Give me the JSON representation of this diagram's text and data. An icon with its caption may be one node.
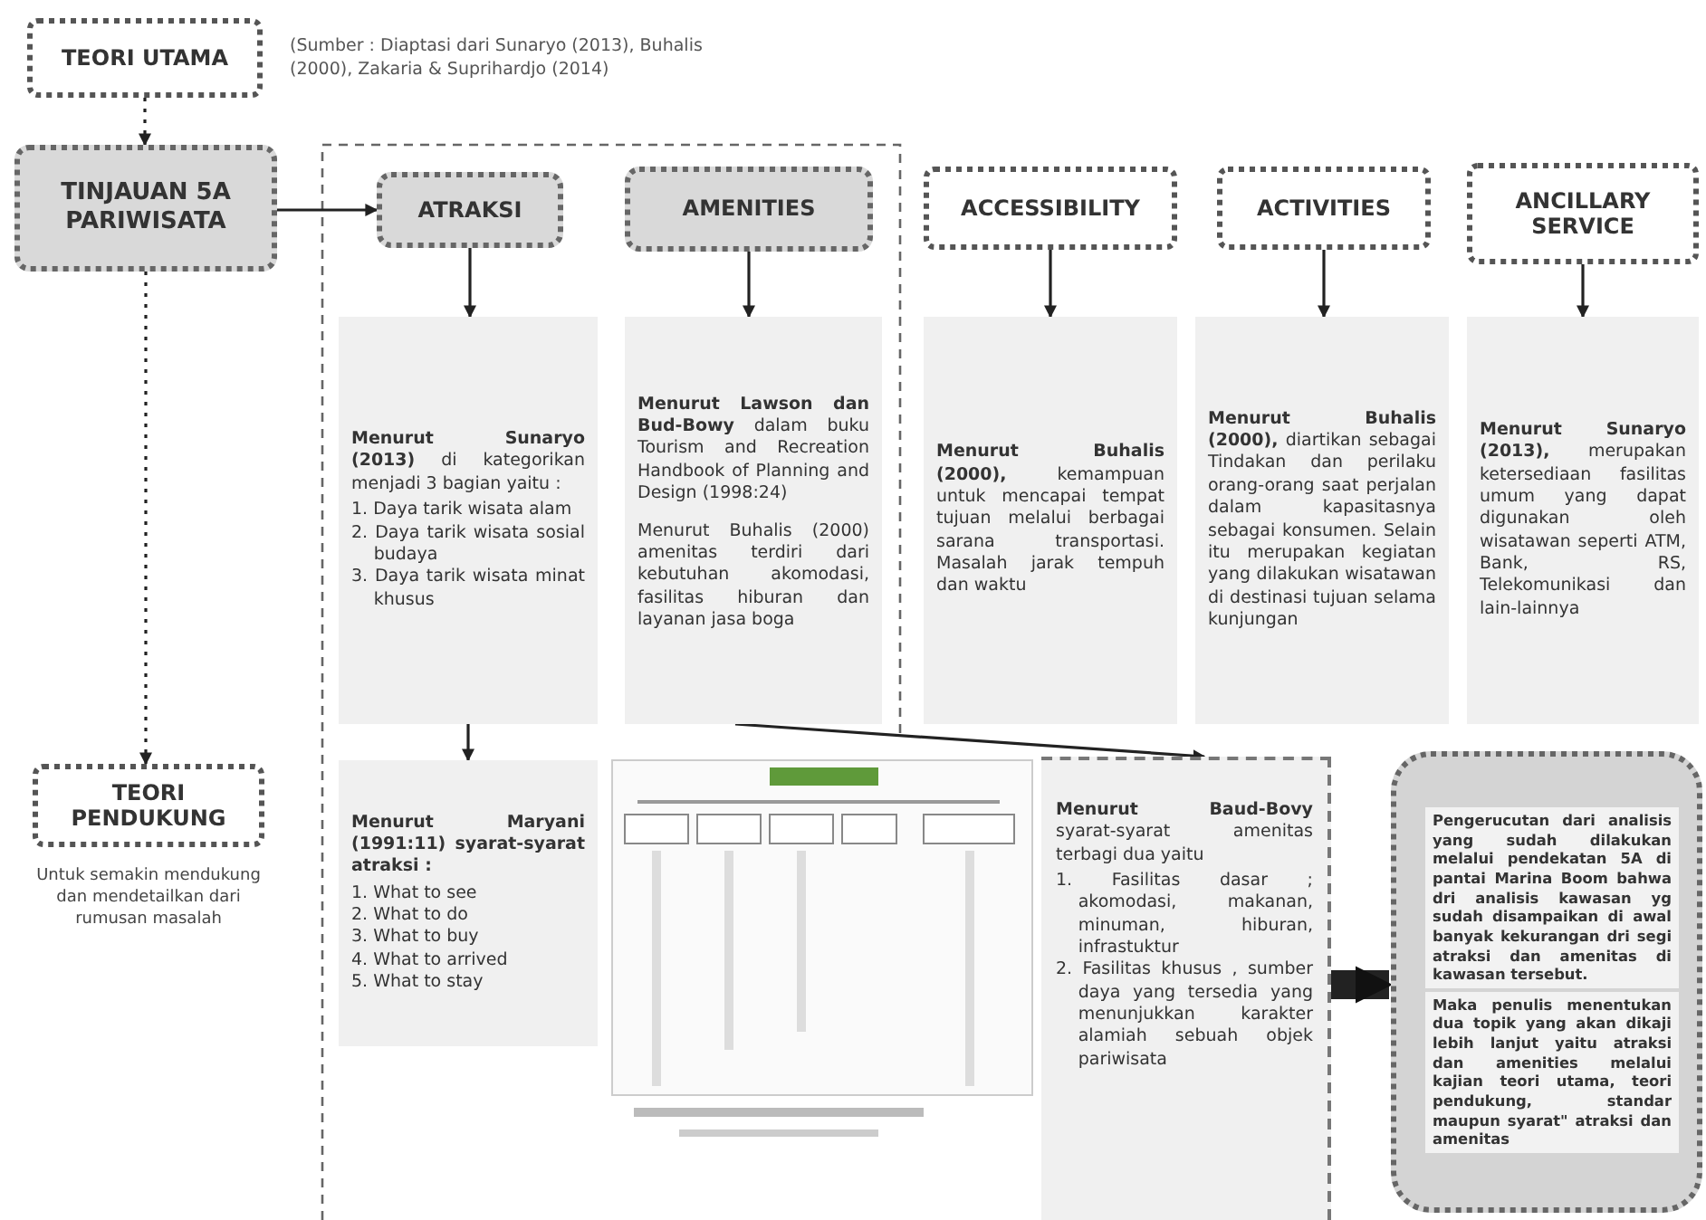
{
  "diagram": {
    "nodes": [
      {
        "text": [
          "TEORI UTAMA"
        ]
      },
      {
        "text": [
          "TINJAUAN 5A PARIWISATA"
        ]
      },
      {
        "text": [
          "ATRAKSI"
        ]
      },
      {
        "text": [
          "AMENITIES"
        ]
      },
      {
        "text": [
          "ACCESSIBILITY"
        ]
      },
      {
        "text": [
          "ACTIVITIES"
        ]
      },
      {
        "text": [
          "ANCILLARY SERVICE"
        ]
      },
      {
        "text": [
          "**Menurut Sunaryo (2013)** di kategorikan menjadi 3 bagian yaitu :",
          "1. Daya tarik wisata alam",
          "2. Daya tarik wisata sosial budaya",
          "3. Daya tarik wisata minat khusus"
        ]
      },
      {
        "text": [
          "**Menurut Lawson dan Bud-Bowy** dalam buku Tourism and Recreation Handbook of Planning and Design (1998:24)",
          "Menurut Buhalis (2000) amenitas terdiri dari kebutuhan akomodasi, fasilitas hiburan dan layanan jasa boga"
        ]
      },
      {
        "text": [
          "**Menurut Buhalis (2000),** kemampuan untuk mencapai tempat tujuan melalui berbagai sarana transportasi. Masalah jarak tempuh dan waktu"
        ]
      },
      {
        "text": [
          "**Menurut Buhalis (2000),** diartikan sebagai Tindakan dan perilaku orang-orang saat perjalan dalam kapasitasnya sebagai konsumen. Selain itu merupakan kegiatan yang dilakukan wisatawan di destinasi tujuan selama kunjungan"
        ]
      },
      {
        "text": [
          "**Menurut Sunaryo (2013),** merupakan ketersediaan fasilitas umum yang dapat digunakan oleh wisatawan seperti ATM, Bank, RS, Telekomunikasi dan lain-lainnya"
        ]
      },
      {
        "text": [
          "TEORI PENDUKUNG"
        ],
        "beside": [
          "Untuk semakin mendukung dan mendetailkan dari rumusan masalah"
        ]
      },
      {
        "text": [
          "Menurut Maryani (1991:11) syarat-syarat atraksi :",
          "1. What to see",
          "2. What to do",
          "3. What to buy",
          "4. What to arrived",
          "5. What to stay"
        ]
      },
      {
        "text": [
          "**Menurut Baud-Bovy** syarat-syarat amenitas terbagi dua yaitu",
          "1. Fasilitas dasar ; akomodasi, makanan, minuman, hiburan, infrastuktur",
          "2. Fasilitas khusus , sumber daya yang tersedia yang menunjukkan karakter alamiah sebuah objek pariwisata"
        ]
      },
      {
        "text": [
          "Pengerucutan dari analisis yang sudah dilakukan melalui pendekatan 5A di pantai Marina Boom bahwa dri analisis kawasan yg sudah disampaikan di awal banyak kekurangan dri segi atraksi dan amenitas di kawasan tersebut.",
          "Maka penulis menentukan dua topik yang akan dikaji lebih lanjut yaitu atraksi dan amenities melalui kajian teori utama, teori pendukung, standar maupun syarat\" atraksi dan amenitas"
        ]
      }
    ],
    "edges": [
      {
        "from": 0,
        "to": 1,
        "arrow": "to",
        "style": "dashed"
      },
      {
        "from": 1,
        "to": 12,
        "arrow": "to",
        "style": "dashed"
      },
      {
        "from": 1,
        "to": 2,
        "arrow": "to"
      },
      {
        "from": 2,
        "to": 7,
        "arrow": "to"
      },
      {
        "from": 3,
        "to": 8,
        "arrow": "to"
      },
      {
        "from": 4,
        "to": 9,
        "arrow": "to"
      },
      {
        "from": 5,
        "to": 10,
        "arrow": "to"
      },
      {
        "from": 6,
        "to": 11,
        "arrow": "to"
      },
      {
        "from": 7,
        "to": 13,
        "arrow": "to"
      },
      {
        "from": 8,
        "to": 14,
        "arrow": "to"
      },
      {
        "from": 14,
        "to": 15,
        "arrow": "to",
        "style": "thick"
      }
    ],
    "labels": [
      "(Sumber : Diaptasi dari Sunaryo (2013), Buhalis (2000), Zakaria & Suprihardjo (2014)"
    ]
  }
}
